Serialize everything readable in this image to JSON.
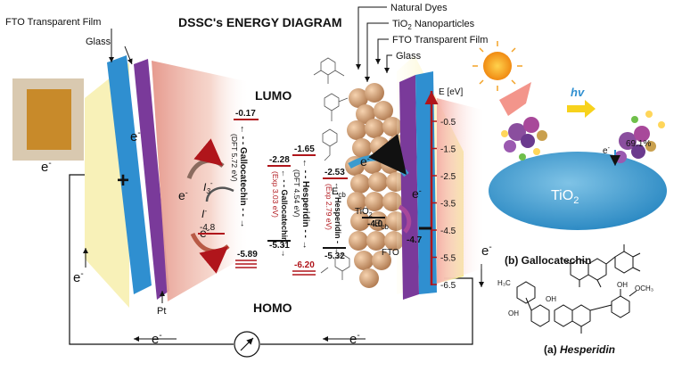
{
  "title": "DSSC's ENERGY DIAGRAM",
  "left_labels": {
    "fto_film": "FTO Transparent Film",
    "glass": "Glass"
  },
  "right_labels": {
    "natural_dyes": "Natural Dyes",
    "tio2_nanoparticles_main": "TiO",
    "tio2_nanoparticles_sub": "2",
    "tio2_nanoparticles_rest": " Nanoparticles",
    "fto_film": "FTO Transparent Film",
    "glass": "Glass"
  },
  "lumo": "LUMO",
  "homo": "HOMO",
  "electron": "e",
  "electron_sup": "-",
  "pt": "Pt",
  "redox": {
    "i3": "I",
    "i3_sub": "3",
    "i3_sup": "-",
    "i": "I",
    "i_sup": "-",
    "potential": "-4.8"
  },
  "levels": {
    "galloc_dft_lumo": "-0.17",
    "galloc_dft_homo": "-5.89",
    "galloc_dft_label": "← - - Gallocatechin - - →",
    "galloc_dft_gap": "(DFT 5.72 eV)",
    "galloc_exp_lumo": "-2.28",
    "galloc_exp_homo": "-5.31",
    "galloc_exp_label": "← - - Gallocatechin - →",
    "galloc_exp_gap": "(Exp 3.03 eV)",
    "hesp_dft_lumo": "-1.65",
    "hesp_dft_homo": "-6.20",
    "hesp_dft_label": "← - - Hesperidin - - →",
    "hesp_dft_gap": "(DFT 4.54 eV)",
    "hesp_exp_lumo": "-2.53",
    "hesp_exp_homo": "-5.32",
    "hesp_exp_label": "← - Hesperidin - →",
    "hesp_exp_gap": "(Exp 2.79 eV)"
  },
  "ecb": "E",
  "ecb_sub": "cb",
  "tio2_small": "TiO",
  "tio2_small_sub": "2",
  "tio2_level": "-4.0",
  "fto": "FTO",
  "fto_level": "-4.7",
  "axis": {
    "label": "E [eV]",
    "ticks": [
      "-0.5",
      "-1.5",
      "-2.5",
      "-3.5",
      "-4.5",
      "-5.5",
      "-6.5"
    ]
  },
  "hv": "hv",
  "percent": "69.1%",
  "tio2_big": "TiO",
  "tio2_big_sub": "2",
  "molecule_b": "(b) Gallocatechin",
  "molecule_a_prefix": "(a) ",
  "molecule_a_name": "Hesperidin",
  "hesp_groups": {
    "oh1": "OH",
    "och3": "OCH₃",
    "oh2": "OH",
    "oh3": "OH",
    "h3c": "H₃C"
  },
  "colors": {
    "blue_fto": "#2f8fd0",
    "purple_glass": "#7a3a9a",
    "red_level": "#b0151b",
    "tio2_blue": "#4ea9d8",
    "arrow_red": "#c0392b"
  }
}
